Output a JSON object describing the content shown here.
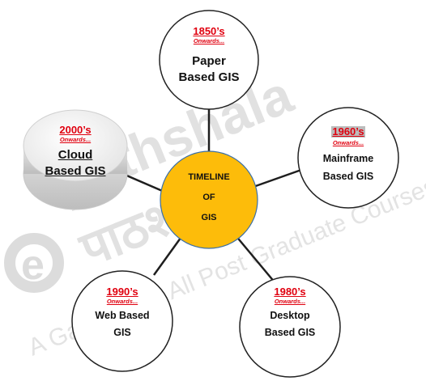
{
  "watermark": {
    "logo_letter": "e",
    "brand_latin": "pathshala",
    "brand_devanagari": "पाठशाला",
    "tagline": "A Gateway to All Post Graduate Courses"
  },
  "center": {
    "line1": "TIMELINE",
    "line2": "OF",
    "line3": "GIS",
    "fill_color": "#fdbc0a"
  },
  "nodes": [
    {
      "id": "paper",
      "era": "1850’s",
      "onwards": "Onwards...",
      "label_line1": "Paper",
      "label_line2": "Based GIS"
    },
    {
      "id": "mainframe",
      "era": "1960’s",
      "onwards": "Onwards...",
      "label_line1": "Mainframe",
      "label_line2": "Based GIS"
    },
    {
      "id": "desktop",
      "era": "1980’s",
      "onwards": "Onwards...",
      "label_line1": "Desktop",
      "label_line2": "Based GIS"
    },
    {
      "id": "web",
      "era": "1990’s",
      "onwards": "Onwards...",
      "label_line1": "Web Based",
      "label_line2": "GIS"
    },
    {
      "id": "cloud",
      "era": "2000’s",
      "onwards": "Onwards...",
      "label_line1": "Cloud",
      "label_line2": "Based GIS"
    }
  ],
  "colors": {
    "era_text": "#e0000f",
    "node_border": "#222222",
    "center_fill": "#fdbc0a",
    "center_border": "#3a6fa8",
    "watermark": "#d9d9d9"
  }
}
